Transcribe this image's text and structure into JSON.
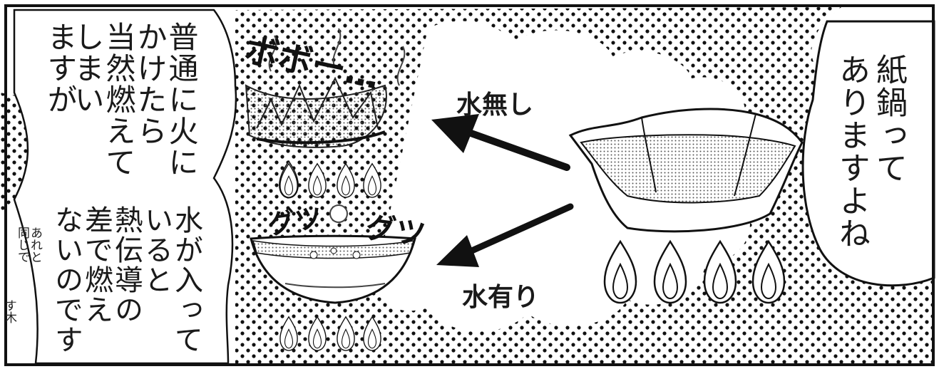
{
  "narration_left_top": [
    "普通に火に",
    "かけたら",
    "当然燃えて",
    "しまい",
    "ますが"
  ],
  "narration_left_bottom": [
    "水が入って",
    "いると",
    "熱伝導の",
    "差で燃え",
    "ないのです"
  ],
  "speech_right": [
    "紙鍋って",
    "ありますよね"
  ],
  "label_no_water": "水無し",
  "label_with_water": "水有り",
  "sfx_burning": "ボボー…",
  "sfx_boiling_1": "グツ",
  "sfx_boiling_2": "グツ",
  "margin_note": [
    "あれと",
    "同じで",
    "す木"
  ],
  "icons": {
    "flame": "flame-icon",
    "arrow": "arrow-icon",
    "paper-pot": "paper-pot-icon",
    "burnt-paper": "burnt-paper-icon"
  }
}
